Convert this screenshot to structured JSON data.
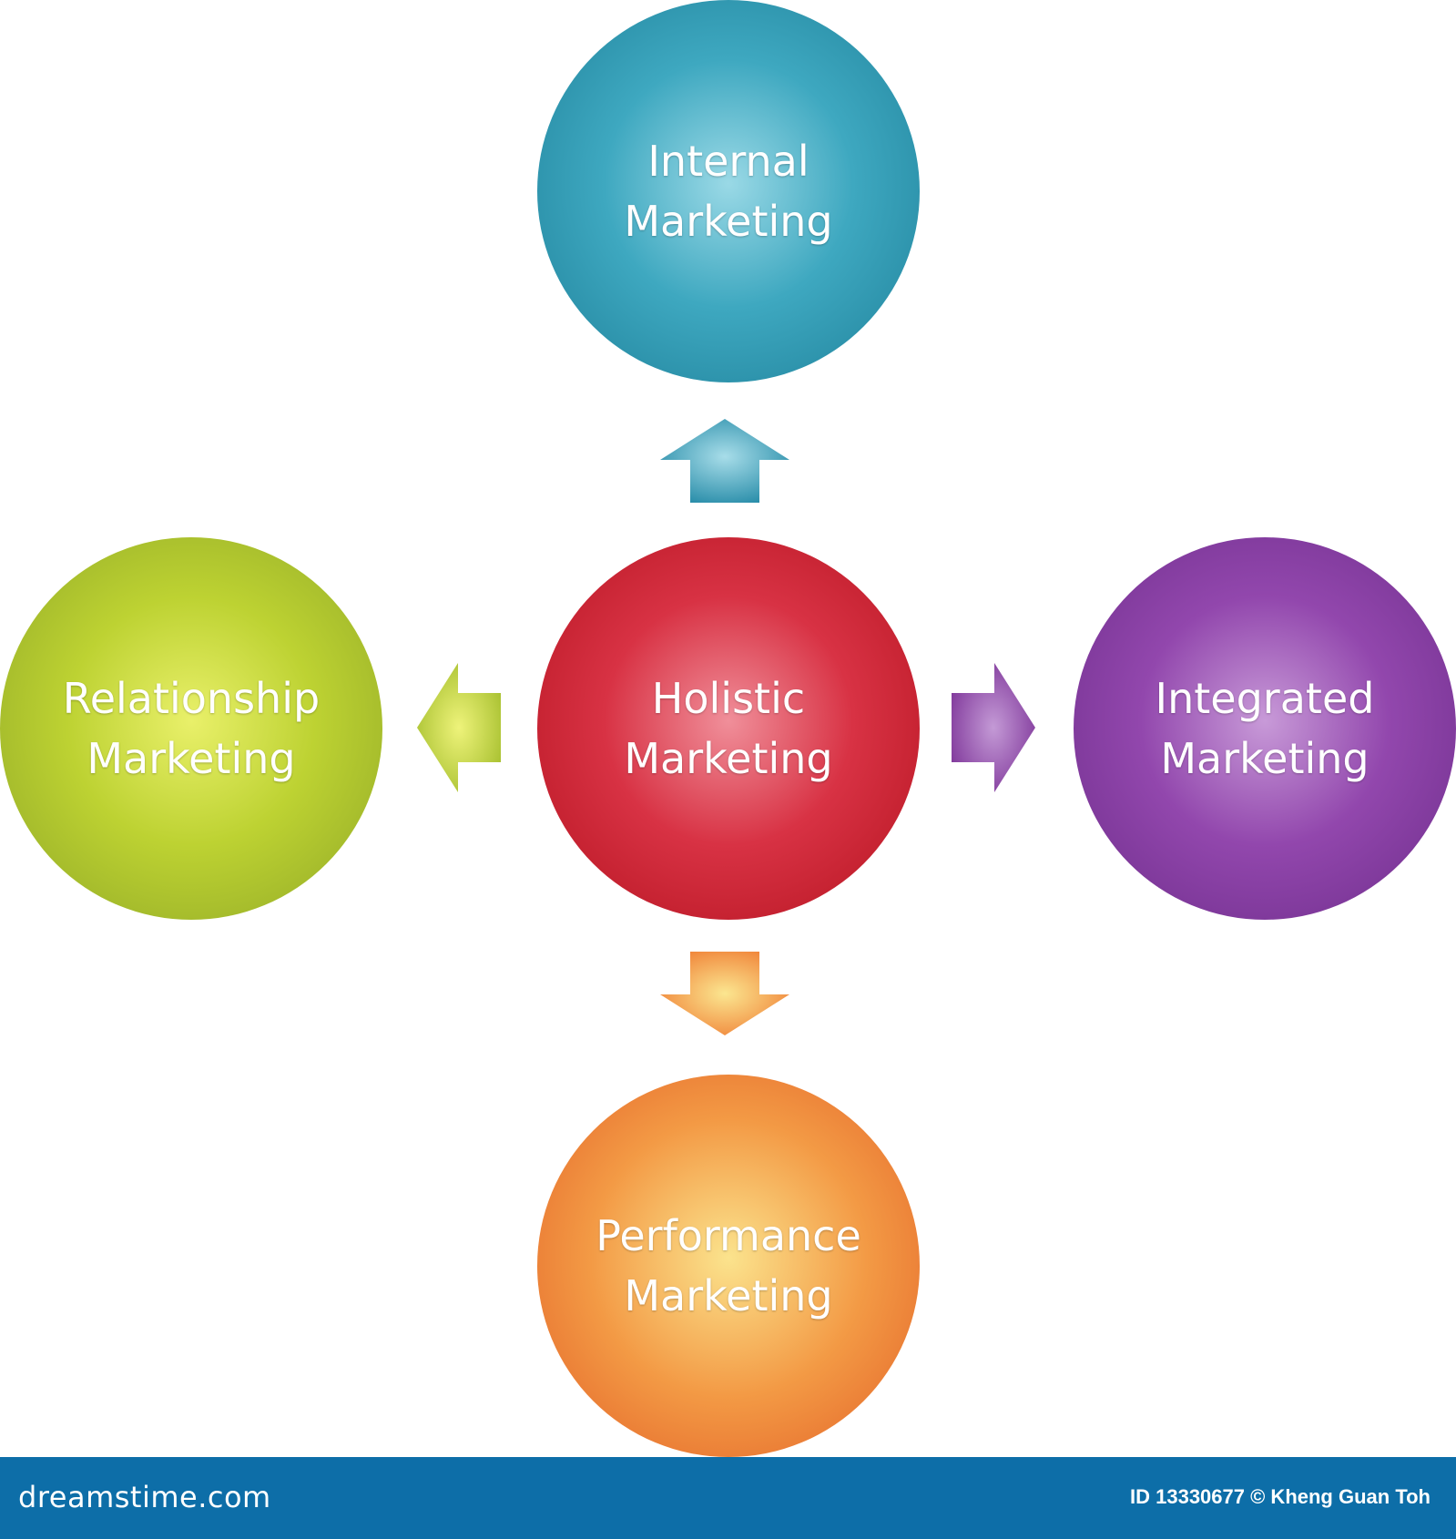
{
  "diagram": {
    "center": {
      "label": "Holistic\nMarketing",
      "color": "#c91f2f"
    },
    "nodes": {
      "top": {
        "label": "Internal\nMarketing",
        "color": "#2a93ad"
      },
      "left": {
        "label": "Relationship\nMarketing",
        "color": "#a8c12c"
      },
      "right": {
        "label": "Integrated\nMarketing",
        "color": "#7e3599"
      },
      "bottom": {
        "label": "Performance\nMarketing",
        "color": "#ee7b38"
      }
    }
  },
  "footer": {
    "brand": "dreamstime.com",
    "credit": "ID 13330677 © Kheng Guan Toh",
    "background": "#0d6ea8"
  }
}
